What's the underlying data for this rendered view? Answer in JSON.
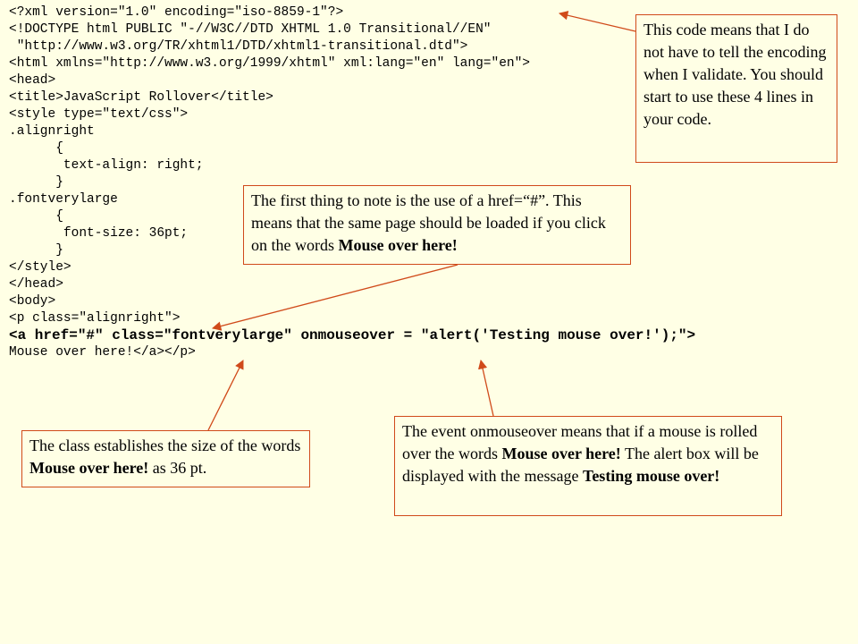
{
  "code_lines": [
    {
      "text": "<?xml version=\"1.0\" encoding=\"iso-8859-1\"?>"
    },
    {
      "text": "<!DOCTYPE html PUBLIC \"-//W3C//DTD XHTML 1.0 Transitional//EN\""
    },
    {
      "text": " \"http://www.w3.org/TR/xhtml1/DTD/xhtml1-transitional.dtd\">"
    },
    {
      "text": "<html xmlns=\"http://www.w3.org/1999/xhtml\" xml:lang=\"en\" lang=\"en\">"
    },
    {
      "text": "<head>"
    },
    {
      "text": "<title>JavaScript Rollover</title>"
    },
    {
      "text": "<style type=\"text/css\">"
    },
    {
      "text": ".alignright"
    },
    {
      "text": "      {"
    },
    {
      "text": "       text-align: right;"
    },
    {
      "text": "      }"
    },
    {
      "text": ".fontverylarge"
    },
    {
      "text": "      {"
    },
    {
      "text": "       font-size: 36pt;"
    },
    {
      "text": "      }"
    },
    {
      "text": "</style>"
    },
    {
      "text": "</head>"
    },
    {
      "text": "<body>"
    },
    {
      "text": "<p class=\"alignright\">"
    },
    {
      "text": "<a href=\"#\" class=\"fontverylarge\" onmouseover = \"alert('Testing mouse over!');\">"
    },
    {
      "text": "Mouse over here!</a></p>"
    }
  ],
  "notes": {
    "encoding": {
      "text": "This code means that I do not have to tell the encoding when I validate. You should start to use these 4 lines in your code."
    },
    "href": {
      "part1": "The first thing to note is the use of a href=“#”. This means that the same page should be loaded if you click on the words ",
      "bold1": "Mouse over here!"
    },
    "class": {
      "part1": "The class establishes the size of the words ",
      "bold1": "Mouse over here!",
      "part2": " as 36 pt."
    },
    "event": {
      "part1": "The event onmouseover means that if a mouse is rolled over the words ",
      "bold1": "Mouse over here!",
      "part2": " The alert box will be displayed with the message ",
      "bold2": "Testing mouse over!"
    }
  },
  "colors": {
    "background": "#ffffe5",
    "accent": "#d04a1a"
  }
}
